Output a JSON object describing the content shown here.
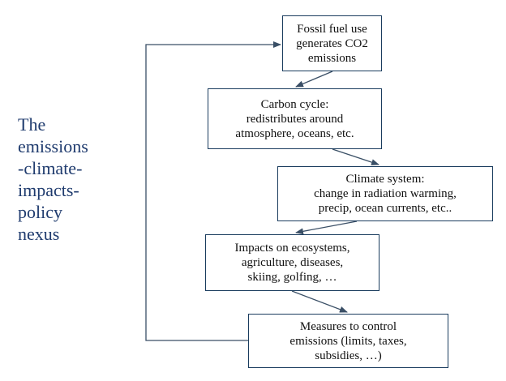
{
  "title": {
    "lines": [
      "The",
      "emissions",
      "-climate-",
      "impacts-",
      "policy",
      "nexus"
    ]
  },
  "boxes": [
    {
      "id": "fossil-fuel",
      "lines": [
        "Fossil fuel use",
        "generates CO2",
        "emissions"
      ]
    },
    {
      "id": "carbon-cycle",
      "lines": [
        "Carbon cycle:",
        "redistributes around",
        "atmosphere, oceans, etc."
      ]
    },
    {
      "id": "climate-system",
      "lines": [
        "Climate system:",
        "change in radiation warming,",
        "precip, ocean currents, etc.."
      ]
    },
    {
      "id": "impacts",
      "lines": [
        "Impacts on ecosystems,",
        "agriculture, diseases,",
        "skiing, golfing, …"
      ]
    },
    {
      "id": "measures",
      "lines": [
        "Measures to control",
        "emissions (limits, taxes,",
        "subsidies, …)"
      ]
    }
  ],
  "colors": {
    "title": "#1f3b6e",
    "border": "#1a3c5e",
    "arrow": "#3a4f66"
  }
}
